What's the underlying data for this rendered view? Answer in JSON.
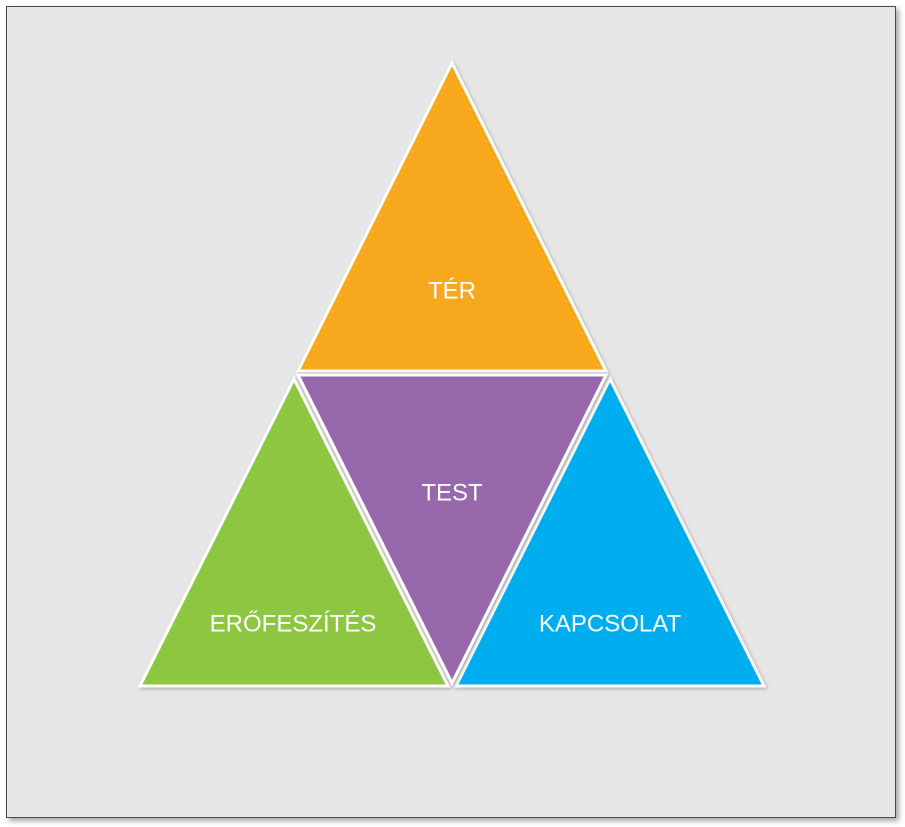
{
  "diagram": {
    "nodes": [
      {
        "id": "ter",
        "label": "TÉR",
        "color": "#F7A81B"
      },
      {
        "id": "test",
        "label": "TEST",
        "color": "#9767AB"
      },
      {
        "id": "erofeszites",
        "label": "ERŐFESZÍTÉS",
        "color": "#8DC63F"
      },
      {
        "id": "kapcsolat",
        "label": "KAPCSOLAT",
        "color": "#00AEEF"
      }
    ],
    "background_color": "#E6E6E6"
  }
}
